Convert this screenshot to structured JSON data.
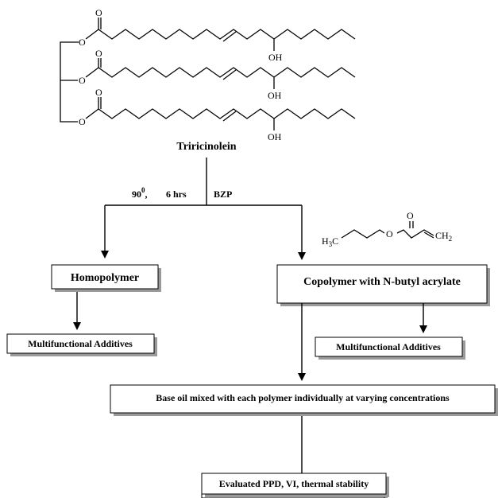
{
  "molecule": {
    "name": "Triricinolein",
    "ester_oxygen": "O",
    "carbonyl_oxygen": "O",
    "hydroxyl": "OH"
  },
  "reaction": {
    "temperature_base": "90",
    "temperature_superscript": "0",
    "separator": ",",
    "time": "6 hrs",
    "initiator": "BZP"
  },
  "comonomer": {
    "h3c_h": "H",
    "h3c_sub": "3",
    "h3c_c": "C",
    "ester_o": "O",
    "carbonyl_o": "O",
    "ch2_c": "CH",
    "ch2_sub": "2"
  },
  "boxes": {
    "homopolymer": "Homopolymer",
    "copolymer": "Copolymer with N-butyl acrylate",
    "multifunctional_left": "Multifunctional Additives",
    "multifunctional_right": "Multifunctional Additives",
    "base_oil": "Base oil mixed with each polymer individually at varying concentrations",
    "evaluated": "Evaluated PPD, VI, thermal stability"
  }
}
